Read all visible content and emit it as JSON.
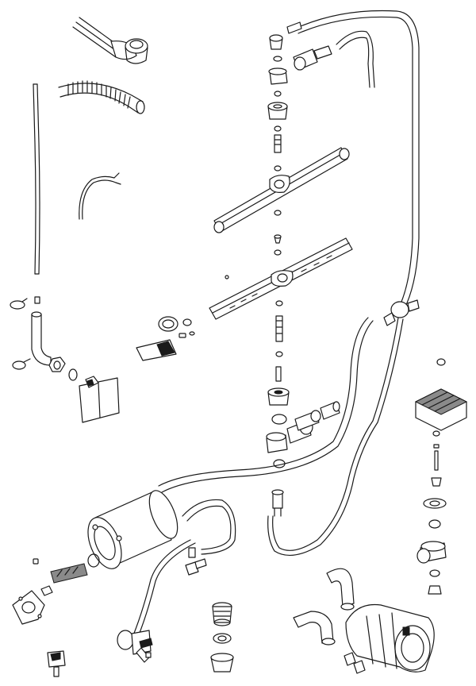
{
  "diagram": {
    "style": "exploded parts view, black line art on white",
    "colors": {
      "line": "#1a1a1a",
      "background": "#ffffff",
      "shade": "#8a8a8a"
    },
    "texts": [],
    "parts": [
      "drain-hose-with-elbow-fitting",
      "corrugated-hose",
      "straight-tube",
      "wire-harness",
      "upper-spray-arm-assembly",
      "lower-spray-arm-assembly",
      "main-water-supply-tube",
      "y-connector",
      "water-inlet-elbow-assembly",
      "heater-cylinder",
      "heating-element",
      "mounting-flange-bracket",
      "bottom-valve",
      "water-hose-with-fittings",
      "hose-connector",
      "wash-pump-motor",
      "inlet-hose-elbow",
      "outlet-hose-elbow",
      "filter-mesh",
      "right-impeller-stack",
      "drain-tube-assembly",
      "rinse-aid-box"
    ]
  }
}
